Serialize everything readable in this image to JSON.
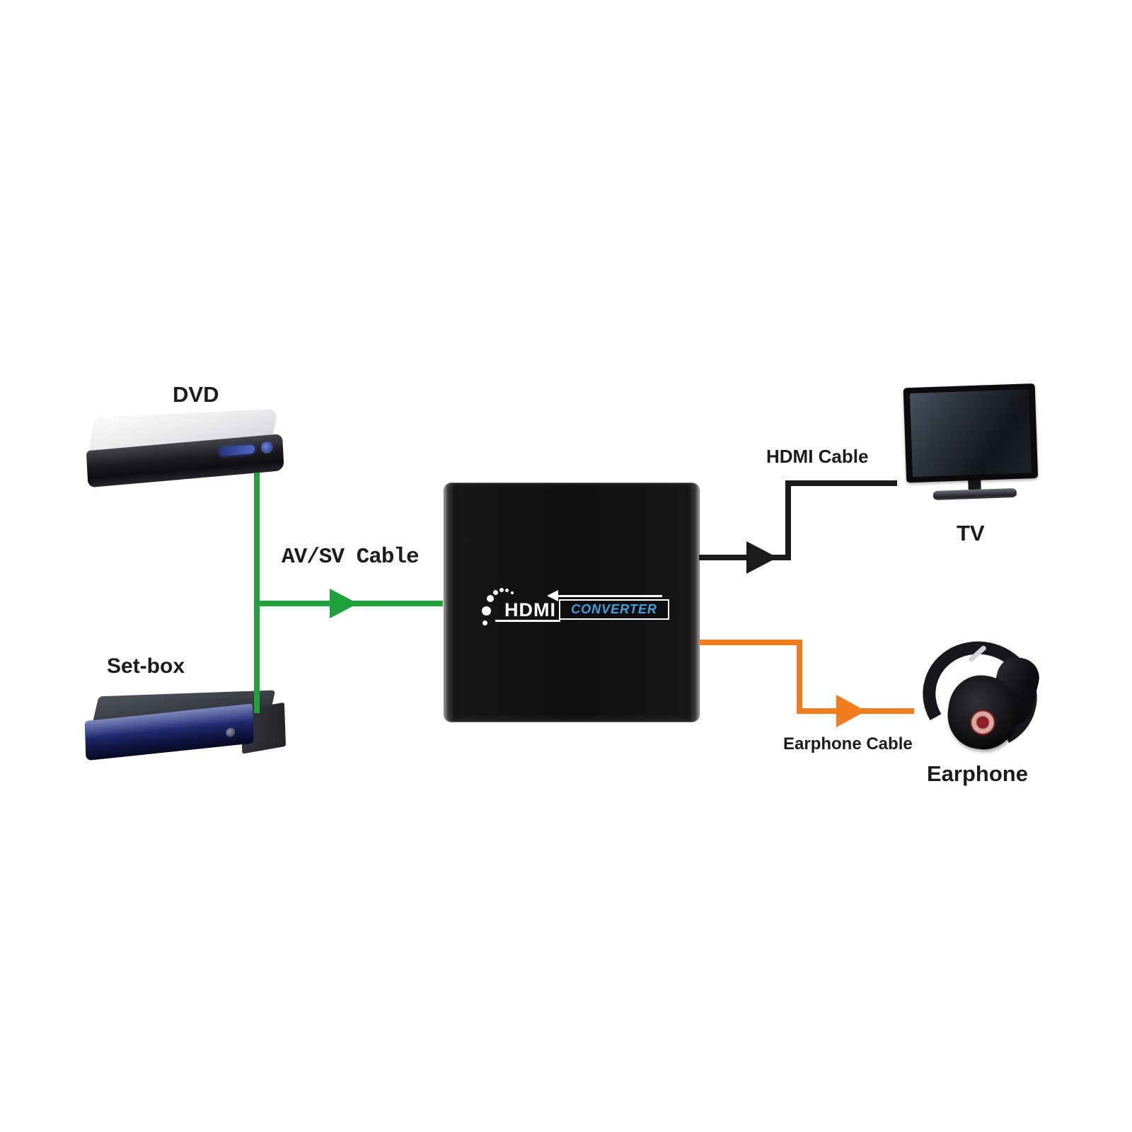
{
  "nodes": {
    "dvd": {
      "label": "DVD"
    },
    "setbox": {
      "label": "Set-box"
    },
    "converter": {
      "brand": "HDMI",
      "product": "CONVERTER"
    },
    "tv": {
      "label": "TV"
    },
    "earphone": {
      "label": "Earphone"
    }
  },
  "cables": {
    "avsv": {
      "label": "AV/SV Cable",
      "color": "#1ea23c"
    },
    "hdmi": {
      "label": "HDMI Cable",
      "color": "#1b1b1b"
    },
    "earphone": {
      "label": "Earphone Cable",
      "color": "#f07d1e"
    }
  }
}
